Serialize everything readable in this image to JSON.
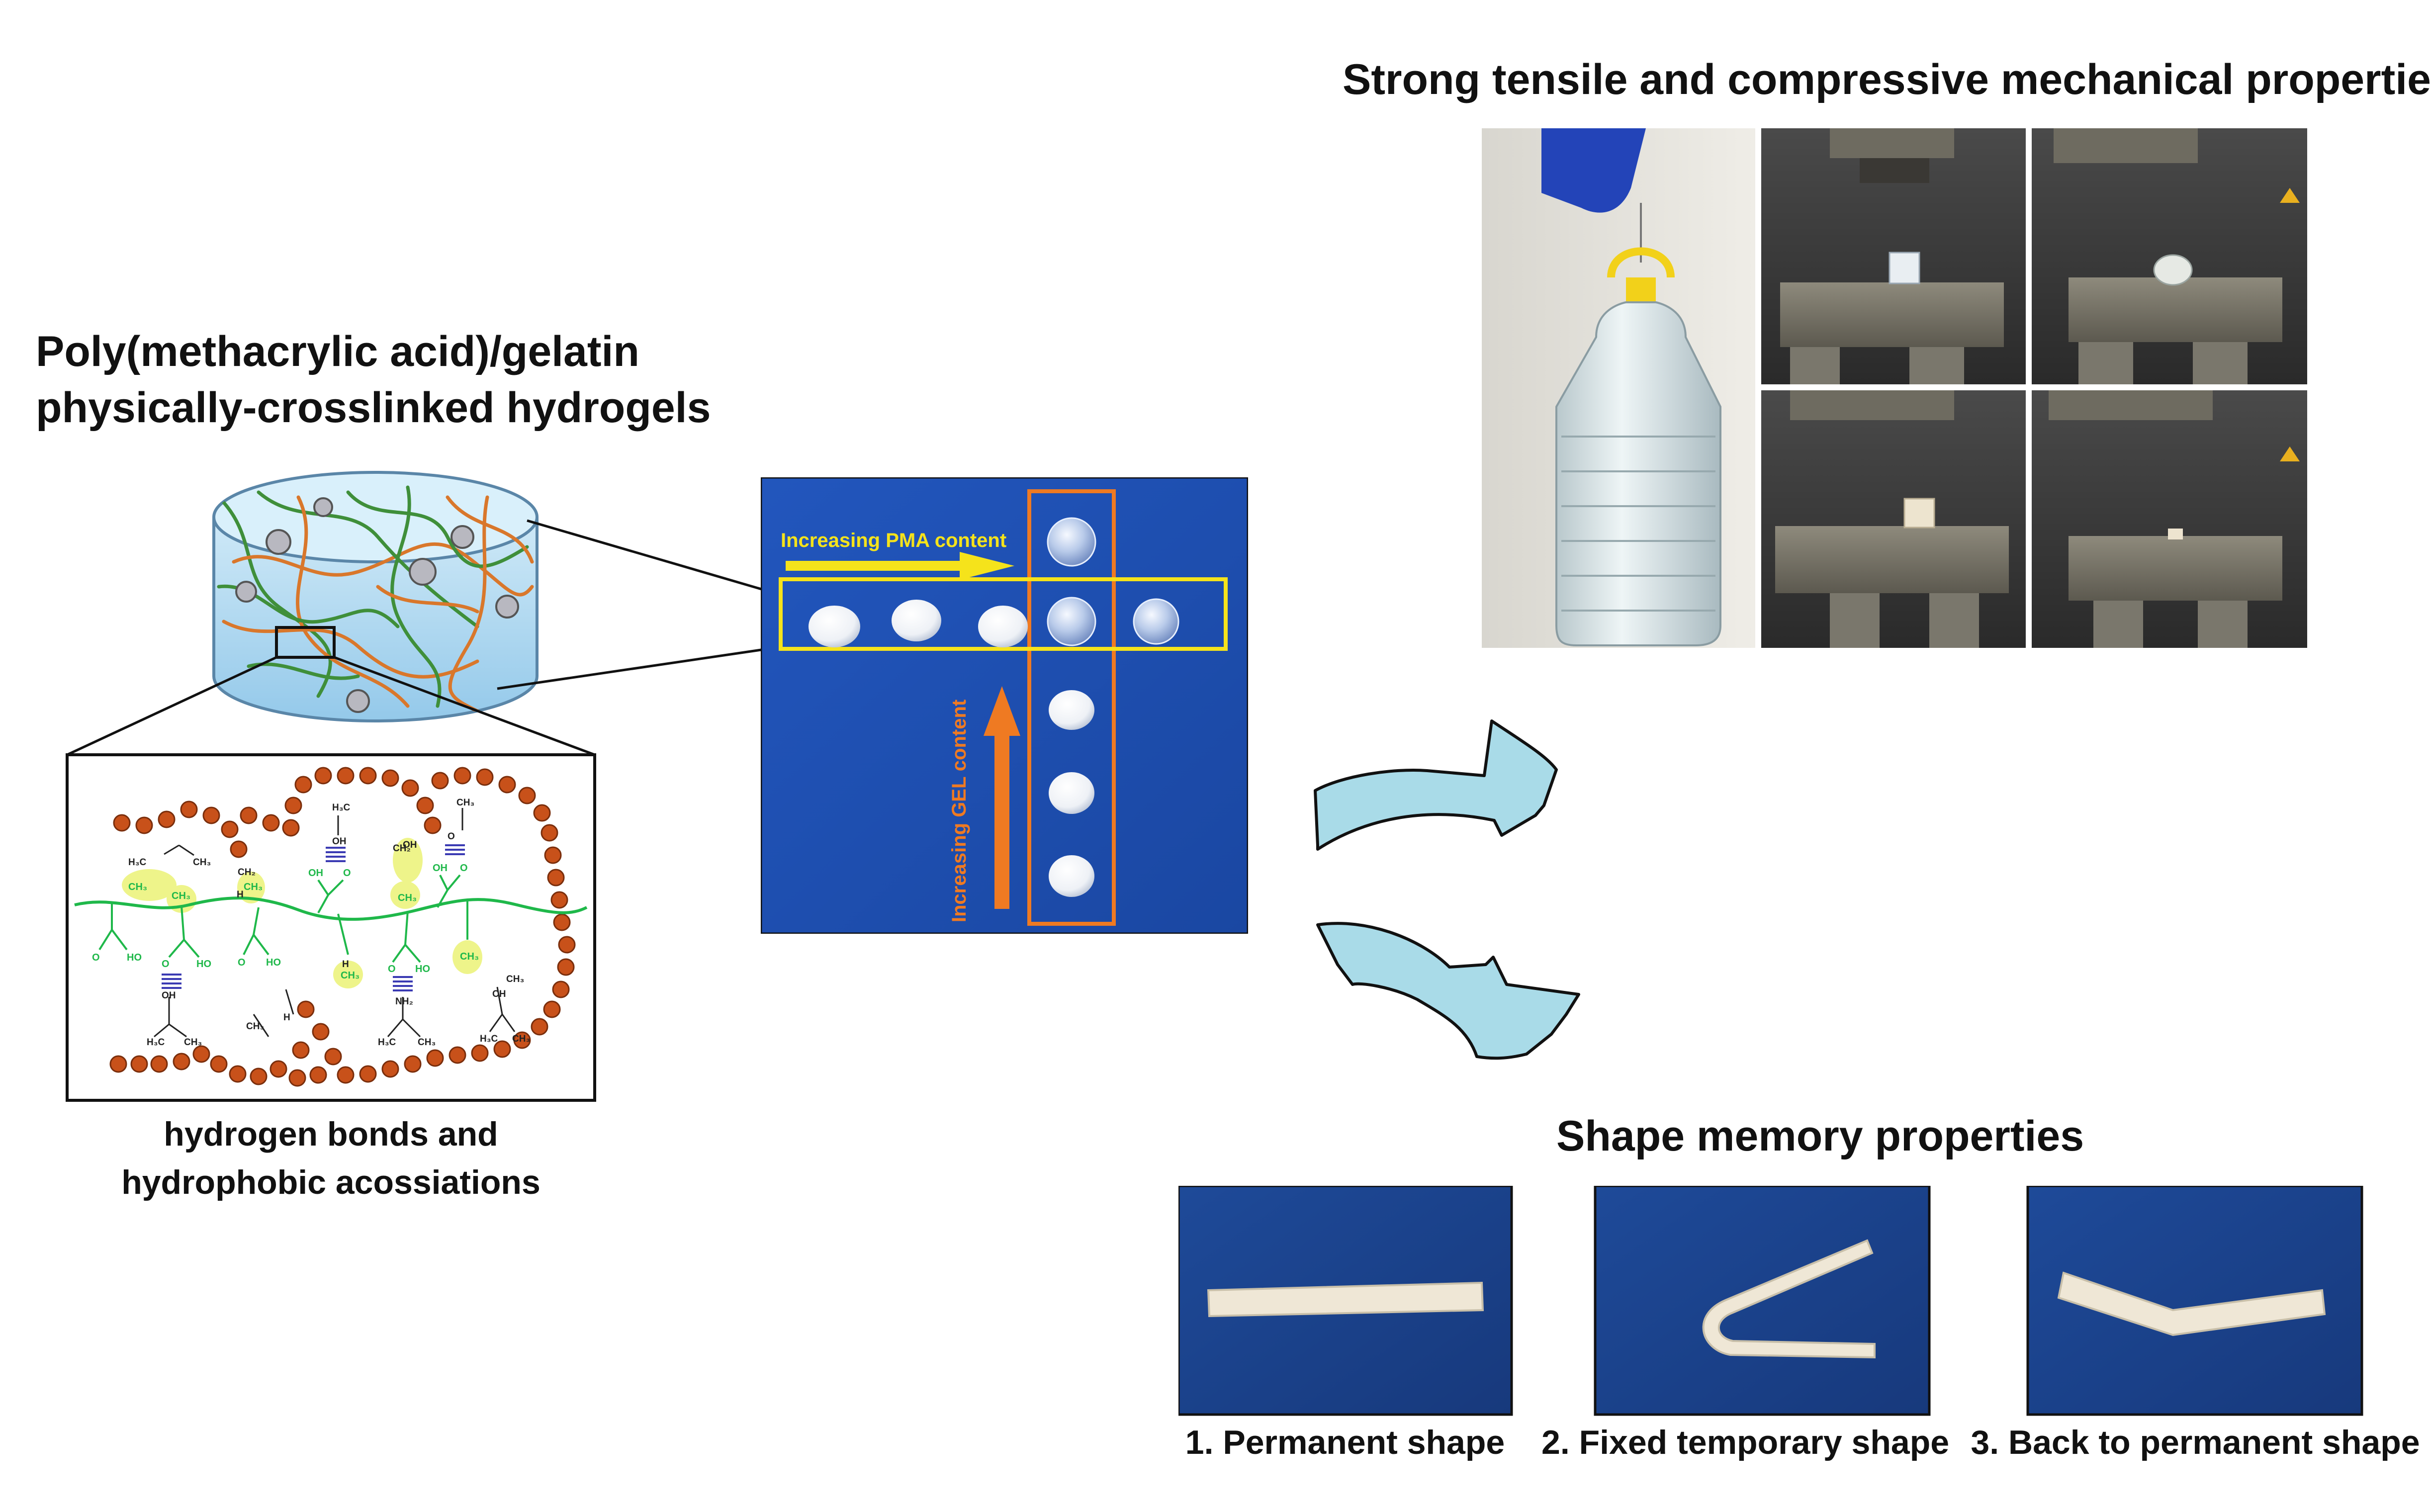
{
  "left": {
    "title_line1": "Poly(methacrylic acid)/gelatin",
    "title_line2": "physically-crosslinked hydrogels",
    "caption_line1": "hydrogen bonds and",
    "caption_line2": "hydrophobic acossiations",
    "chem": {
      "h3c": "H₃C",
      "ch3": "CH₃",
      "ch2": "CH₂",
      "oh": "OH",
      "ho": "HO",
      "o": "O",
      "h": "H",
      "nh2": "NH₂",
      "ch": "CH",
      "c": "C"
    }
  },
  "middle": {
    "pma_label": "Increasing PMA content",
    "gel_label": "Increasing GEL content"
  },
  "top_right": {
    "title": "Strong tensile and compressive mechanical properties"
  },
  "bottom_right": {
    "title": "Shape memory properties",
    "captions": [
      "1. Permanent shape",
      "2. Fixed temporary shape",
      "3. Back to permanent shape"
    ]
  },
  "colors": {
    "arrow_fill": "#a9dbe8",
    "blue_panel": "#1c4fb0",
    "yellow": "#f5e31b",
    "orange": "#ef7a22",
    "dot_brown": "#c8511a",
    "green_chain": "#1fb84a",
    "highlight": "#eef48a"
  }
}
